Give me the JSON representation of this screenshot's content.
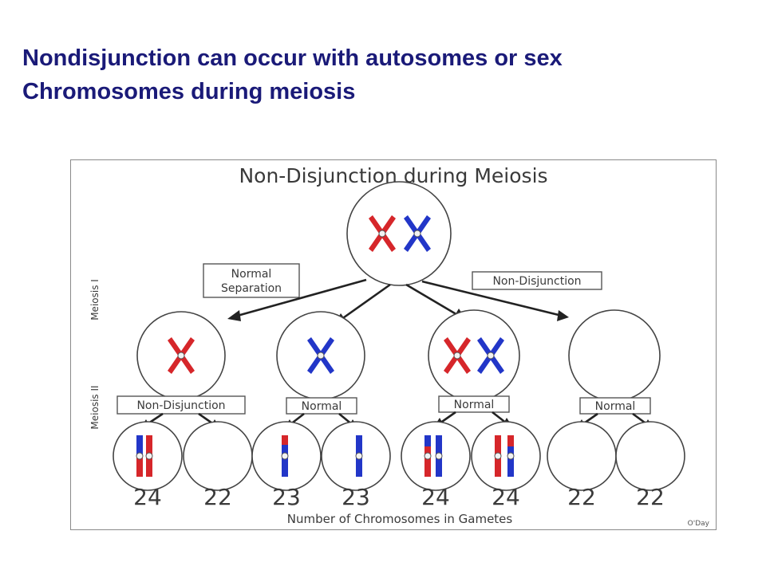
{
  "title": {
    "line1": "Nondisjunction can occur with autosomes or sex",
    "line2": "Chromosomes during meiosis"
  },
  "diagram": {
    "heading": "Non-Disjunction during Meiosis",
    "normal_separation_line1": "Normal",
    "normal_separation_line2": "Separation",
    "non_disjunction_top": "Non-Disjunction",
    "meiosis_1": "Meiosis I",
    "meiosis_2": "Meiosis II",
    "box_non_disjunction": "Non-Disjunction",
    "box_normal_1": "Normal",
    "box_normal_2": "Normal",
    "box_normal_3": "Normal",
    "counts": [
      "24",
      "22",
      "23",
      "23",
      "24",
      "24",
      "22",
      "22"
    ],
    "axis_label": "Number of Chromosomes in Gametes",
    "credit": "O'Day",
    "colors": {
      "maternal": "#d6262a",
      "paternal": "#2236c8",
      "title": "#1a1a78"
    }
  }
}
